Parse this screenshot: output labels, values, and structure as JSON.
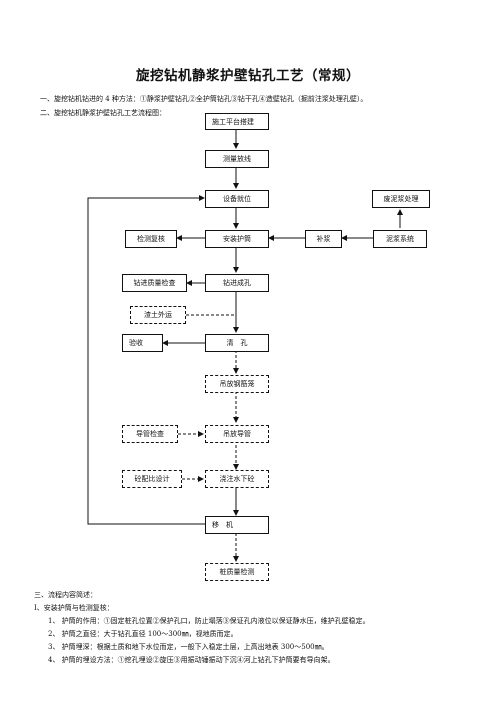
{
  "title": "旋挖钻机静浆护壁钻孔工艺（常规）",
  "intro": [
    "一、旋挖钻机钻进的 4 种方法：①静浆护壁钻孔②全护筒钻孔③钻干孔④造壁钻孔（掘前注浆处理孔壁）。",
    "二、旋挖钻机静浆护壁钻孔工艺流程图："
  ],
  "flow": {
    "construction_prep": "施工平台搭建",
    "survey": "测量放线",
    "equipment_setup": "设备就位",
    "waste_mud": "废泥浆处理",
    "inspection_review": "检测复核",
    "casing_install": "安装护筒",
    "add_slurry": "补浆",
    "mud_system": "泥浆系统",
    "drilling_quality": "钻进质量检查",
    "drilling": "钻进成孔",
    "spoil_removal": "渣土外运",
    "acceptance": "验收",
    "hole_cleaning": "清　孔",
    "cage_lifting": "吊放钢筋笼",
    "pipe_check": "导管检查",
    "pipe_lowering": "吊放导管",
    "mix_design": "砼配比设计",
    "underwater_pour": "浇注水下砼",
    "move": "移　机",
    "pile_testing": "桩质量检测"
  },
  "summary": {
    "heading": "三、流程内容简述：",
    "subheading": "Ⅰ、安装护筒与检测复核：",
    "items": [
      "1、  护筒的作用：①固定桩孔位置②保护孔口，防止塌落③保证孔内液位以保证静水压，维护孔壁稳定。",
      "2、  护筒之直径：大于钻孔直径 100～300㎜，视地质而定。",
      "3、  护筒埋深：根据土质和地下水位而定，一般下入稳定土层，上高出地表 300～500㎜。",
      "4、  护筒的埋设方法：①挖孔埋设②旋压③用振动锤振动下沉④河上钻孔下护筒要有导向架。"
    ]
  }
}
